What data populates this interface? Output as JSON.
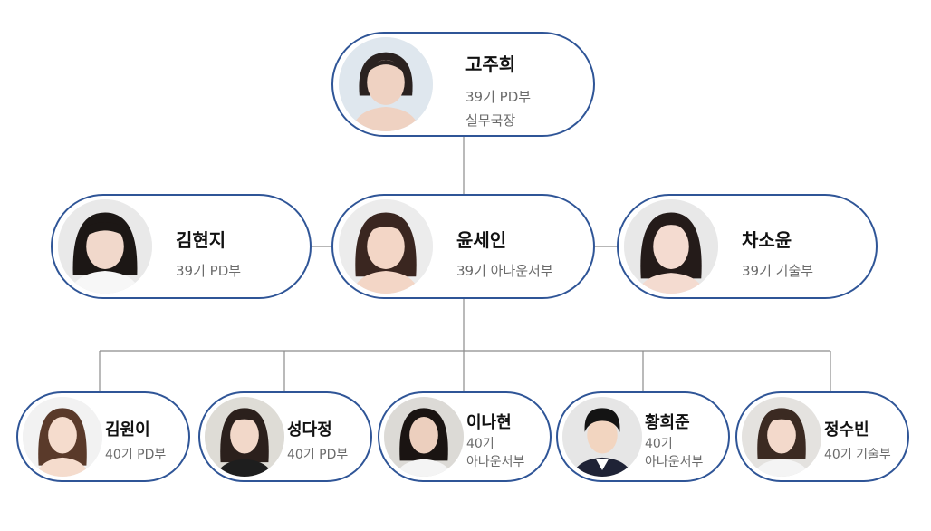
{
  "org": {
    "top": {
      "name": "고주희",
      "line1": "39기 PD부",
      "line2": "실무국장"
    },
    "middle": [
      {
        "name": "김현지",
        "line1": "39기 PD부"
      },
      {
        "name": "윤세인",
        "line1": "39기 아나운서부"
      },
      {
        "name": "차소윤",
        "line1": "39기 기술부"
      }
    ],
    "bottom": [
      {
        "name": "김원이",
        "line1": "40기 PD부"
      },
      {
        "name": "성다정",
        "line1": "40기 PD부"
      },
      {
        "name": "이나현",
        "line1": "40기",
        "line2": "아나운서부"
      },
      {
        "name": "황희준",
        "line1": "40기",
        "line2": "아나운서부"
      },
      {
        "name": "정수빈",
        "line1": "40기 기술부"
      }
    ]
  },
  "colors": {
    "border": "#2f5597",
    "connector": "#8c8c8c"
  },
  "icons": {
    "member_photo": "person-portrait-icon"
  }
}
